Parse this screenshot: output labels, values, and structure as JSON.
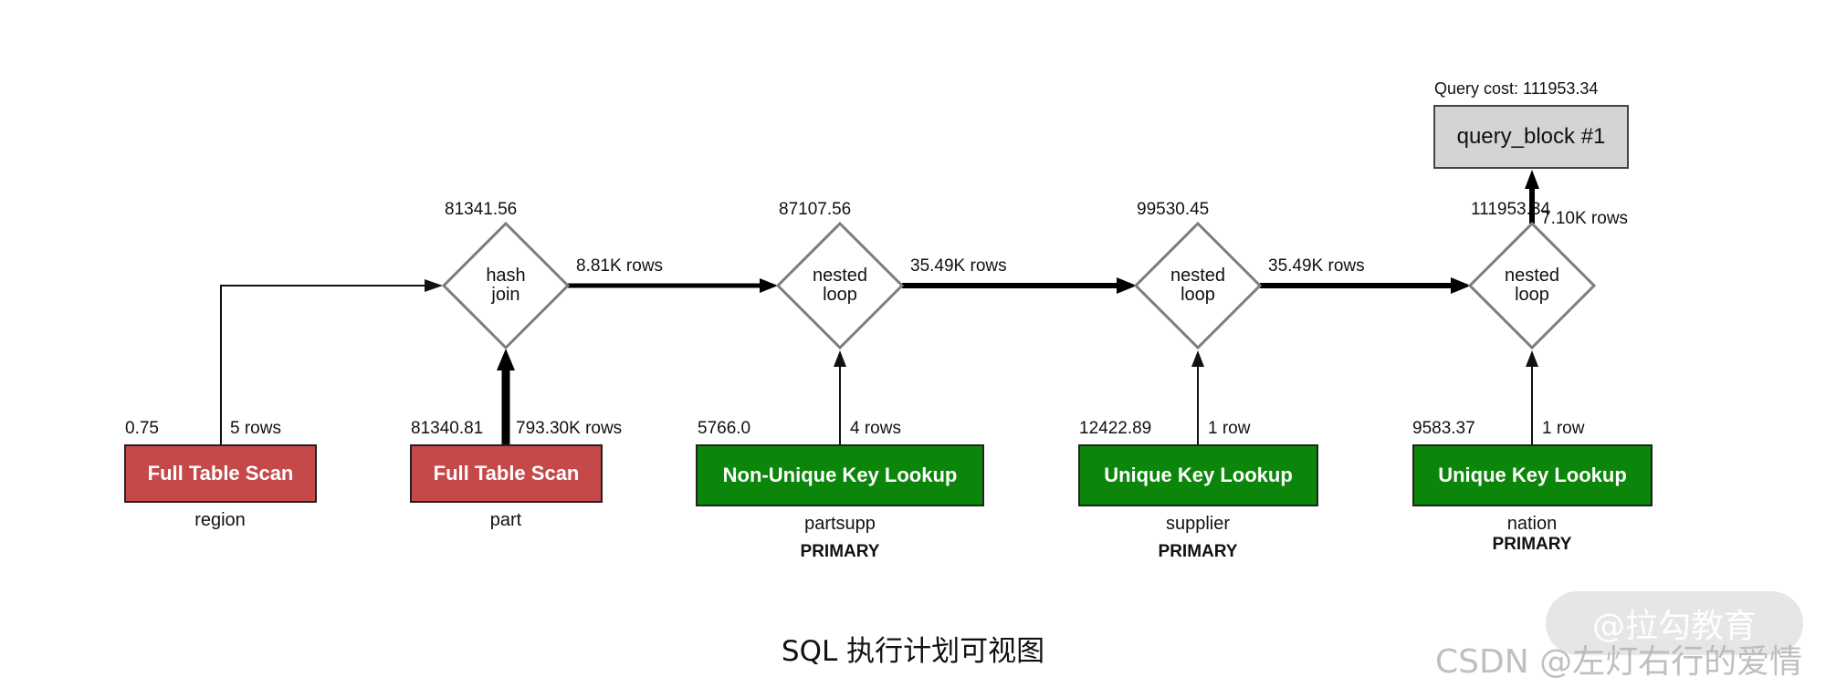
{
  "query": {
    "cost_label": "Query cost: 111953.34",
    "block_label": "query_block #1"
  },
  "joins": [
    {
      "cost": "81341.56",
      "label_line1": "hash",
      "label_line2": "join",
      "out_rows": "8.81K rows"
    },
    {
      "cost": "87107.56",
      "label_line1": "nested",
      "label_line2": "loop",
      "out_rows": "35.49K rows"
    },
    {
      "cost": "99530.45",
      "label_line1": "nested",
      "label_line2": "loop",
      "out_rows": "35.49K rows"
    },
    {
      "cost": "111953.34",
      "label_line1": "nested",
      "label_line2": "loop",
      "out_rows": "7.10K rows"
    }
  ],
  "tables": [
    {
      "cost": "0.75",
      "rows": "5 rows",
      "access": "Full Table Scan",
      "name": "region",
      "key": "",
      "color": "#c6494a"
    },
    {
      "cost": "81340.81",
      "rows": "793.30K rows",
      "access": "Full Table Scan",
      "name": "part",
      "key": "",
      "color": "#c6494a"
    },
    {
      "cost": "5766.0",
      "rows": "4 rows",
      "access": "Non-Unique Key Lookup",
      "name": "partsupp",
      "key": "PRIMARY",
      "color": "#0b860b"
    },
    {
      "cost": "12422.89",
      "rows": "1 row",
      "access": "Unique Key Lookup",
      "name": "supplier",
      "key": "PRIMARY",
      "color": "#0b860b"
    },
    {
      "cost": "9583.37",
      "rows": "1 row",
      "access": "Unique Key Lookup",
      "name": "nation",
      "key": "PRIMARY",
      "color": "#0b860b"
    }
  ],
  "caption": "SQL 执行计划可视图",
  "watermark": {
    "bubble": "@拉勾教育",
    "text": "CSDN @左灯右行的爱情"
  }
}
